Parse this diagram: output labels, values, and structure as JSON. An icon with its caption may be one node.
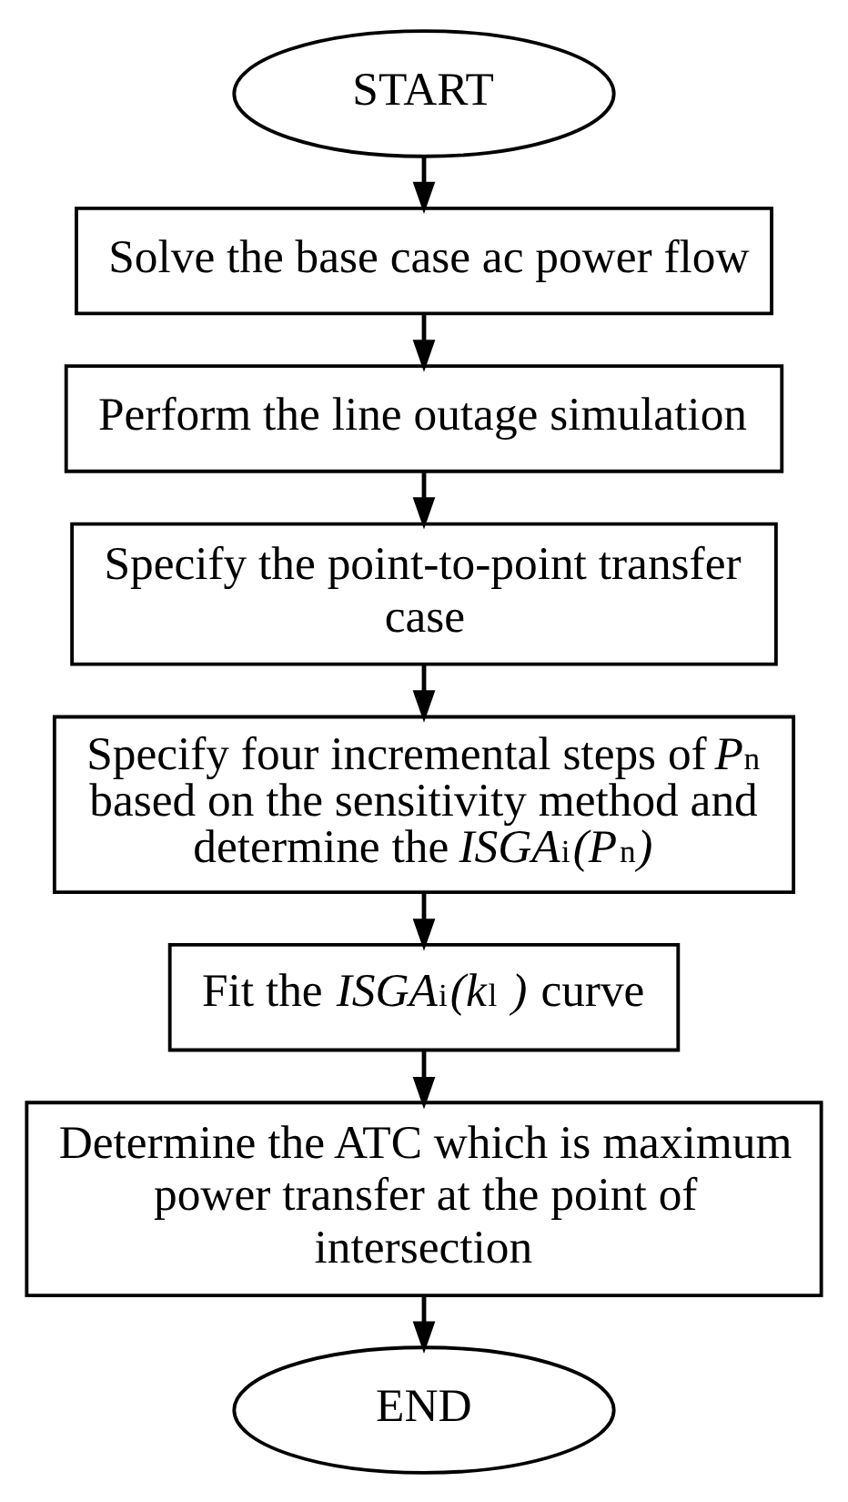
{
  "diagram": {
    "nodes": [
      {
        "text": [
          "START"
        ]
      },
      {
        "text": [
          "Solve the base case ac power flow"
        ]
      },
      {
        "text": [
          "Perform the line outage simulation"
        ]
      },
      {
        "text": [
          "Specify the point-to-point transfer case"
        ]
      },
      {
        "text": [
          "Specify four incremental steps of *P*$_{n}$ based on the sensitivity method and determine the *ISGA*$_{i}$*(P*$_{n}$*)*"
        ]
      },
      {
        "text": [
          "Fit the *ISGA*$_{i}$*(k*$_{l}$ *)* curve"
        ]
      },
      {
        "text": [
          "Determine the ATC which is maximum power transfer at the point of intersection"
        ]
      },
      {
        "text": [
          "END"
        ]
      }
    ],
    "edges": [
      {
        "from": 0,
        "to": 1,
        "arrow": "to"
      },
      {
        "from": 1,
        "to": 2,
        "arrow": "to"
      },
      {
        "from": 2,
        "to": 3,
        "arrow": "to"
      },
      {
        "from": 3,
        "to": 4,
        "arrow": "to"
      },
      {
        "from": 4,
        "to": 5,
        "arrow": "to"
      },
      {
        "from": 5,
        "to": 6,
        "arrow": "to"
      },
      {
        "from": 6,
        "to": 7,
        "arrow": "to"
      }
    ]
  }
}
